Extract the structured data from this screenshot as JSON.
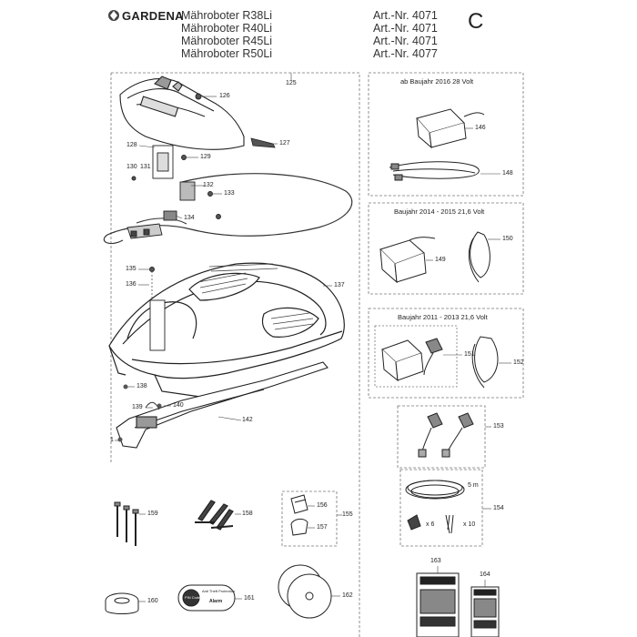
{
  "header": {
    "brand": "GARDENA",
    "models": [
      "Mähroboter R38Li",
      "Mähroboter R40Li",
      "Mähroboter R45Li",
      "Mähroboter R50Li"
    ],
    "articles": [
      "Art.-Nr. 4071",
      "Art.-Nr. 4071",
      "Art.-Nr. 4071",
      "Art.-Nr. 4077"
    ],
    "sheet_letter": "C"
  },
  "boxes": {
    "box_2016": "ab Baujahr 2016 28 Volt",
    "box_2014": "Baujahr 2014 - 2015  21,6 Volt",
    "box_2011": "Baujahr 2011 - 2013  21,6 Volt"
  },
  "part_numbers": {
    "p1": "1",
    "p125": "125",
    "p126": "126",
    "p127": "127",
    "p128": "128",
    "p129": "129",
    "p130": "130",
    "p131": "131",
    "p132": "132",
    "p133": "133",
    "p134": "134",
    "p135": "135",
    "p136": "136",
    "p137": "137",
    "p138": "138",
    "p139": "139",
    "p140": "140",
    "p142": "142",
    "p146": "146",
    "p148": "148",
    "p149": "149",
    "p150": "150",
    "p151": "151",
    "p152": "152",
    "p153": "153",
    "p154": "154",
    "p155": "155",
    "p156": "156",
    "p157": "157",
    "p158": "158",
    "p159": "159",
    "p160": "160",
    "p161": "161",
    "p162": "162",
    "p163": "163",
    "p164": "164"
  },
  "kit_labels": {
    "length": "5 m",
    "qty_a": "x 6",
    "qty_b": "x 10"
  },
  "sticker": {
    "title": "Anti Theft Protection",
    "line": "PIN Code",
    "brand": "Alarm"
  }
}
